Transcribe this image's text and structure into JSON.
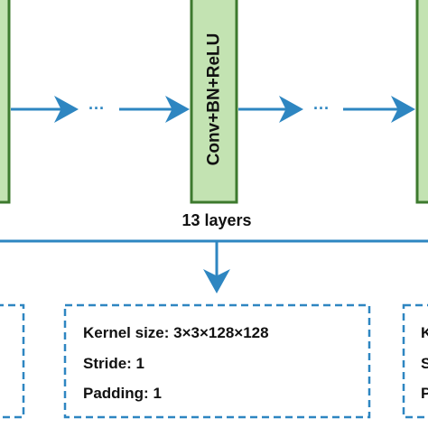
{
  "colors": {
    "block_fill": "#C3E3B2",
    "block_stroke": "#3D7A2E",
    "arrow": "#2E86C1",
    "dashed_border": "#2E86C1",
    "text": "#111111"
  },
  "diagram": {
    "center_block": {
      "label": "Conv+BN+ReLU"
    },
    "layers_caption": "13 layers",
    "ellipsis_left": "···",
    "ellipsis_right": "···",
    "param_box_center": {
      "lines": [
        "Kernel size: 3×3×128×128",
        "Stride: 1",
        "Padding: 1"
      ]
    },
    "param_box_right": {
      "visible_initials": [
        "K",
        "S",
        "P"
      ]
    }
  }
}
